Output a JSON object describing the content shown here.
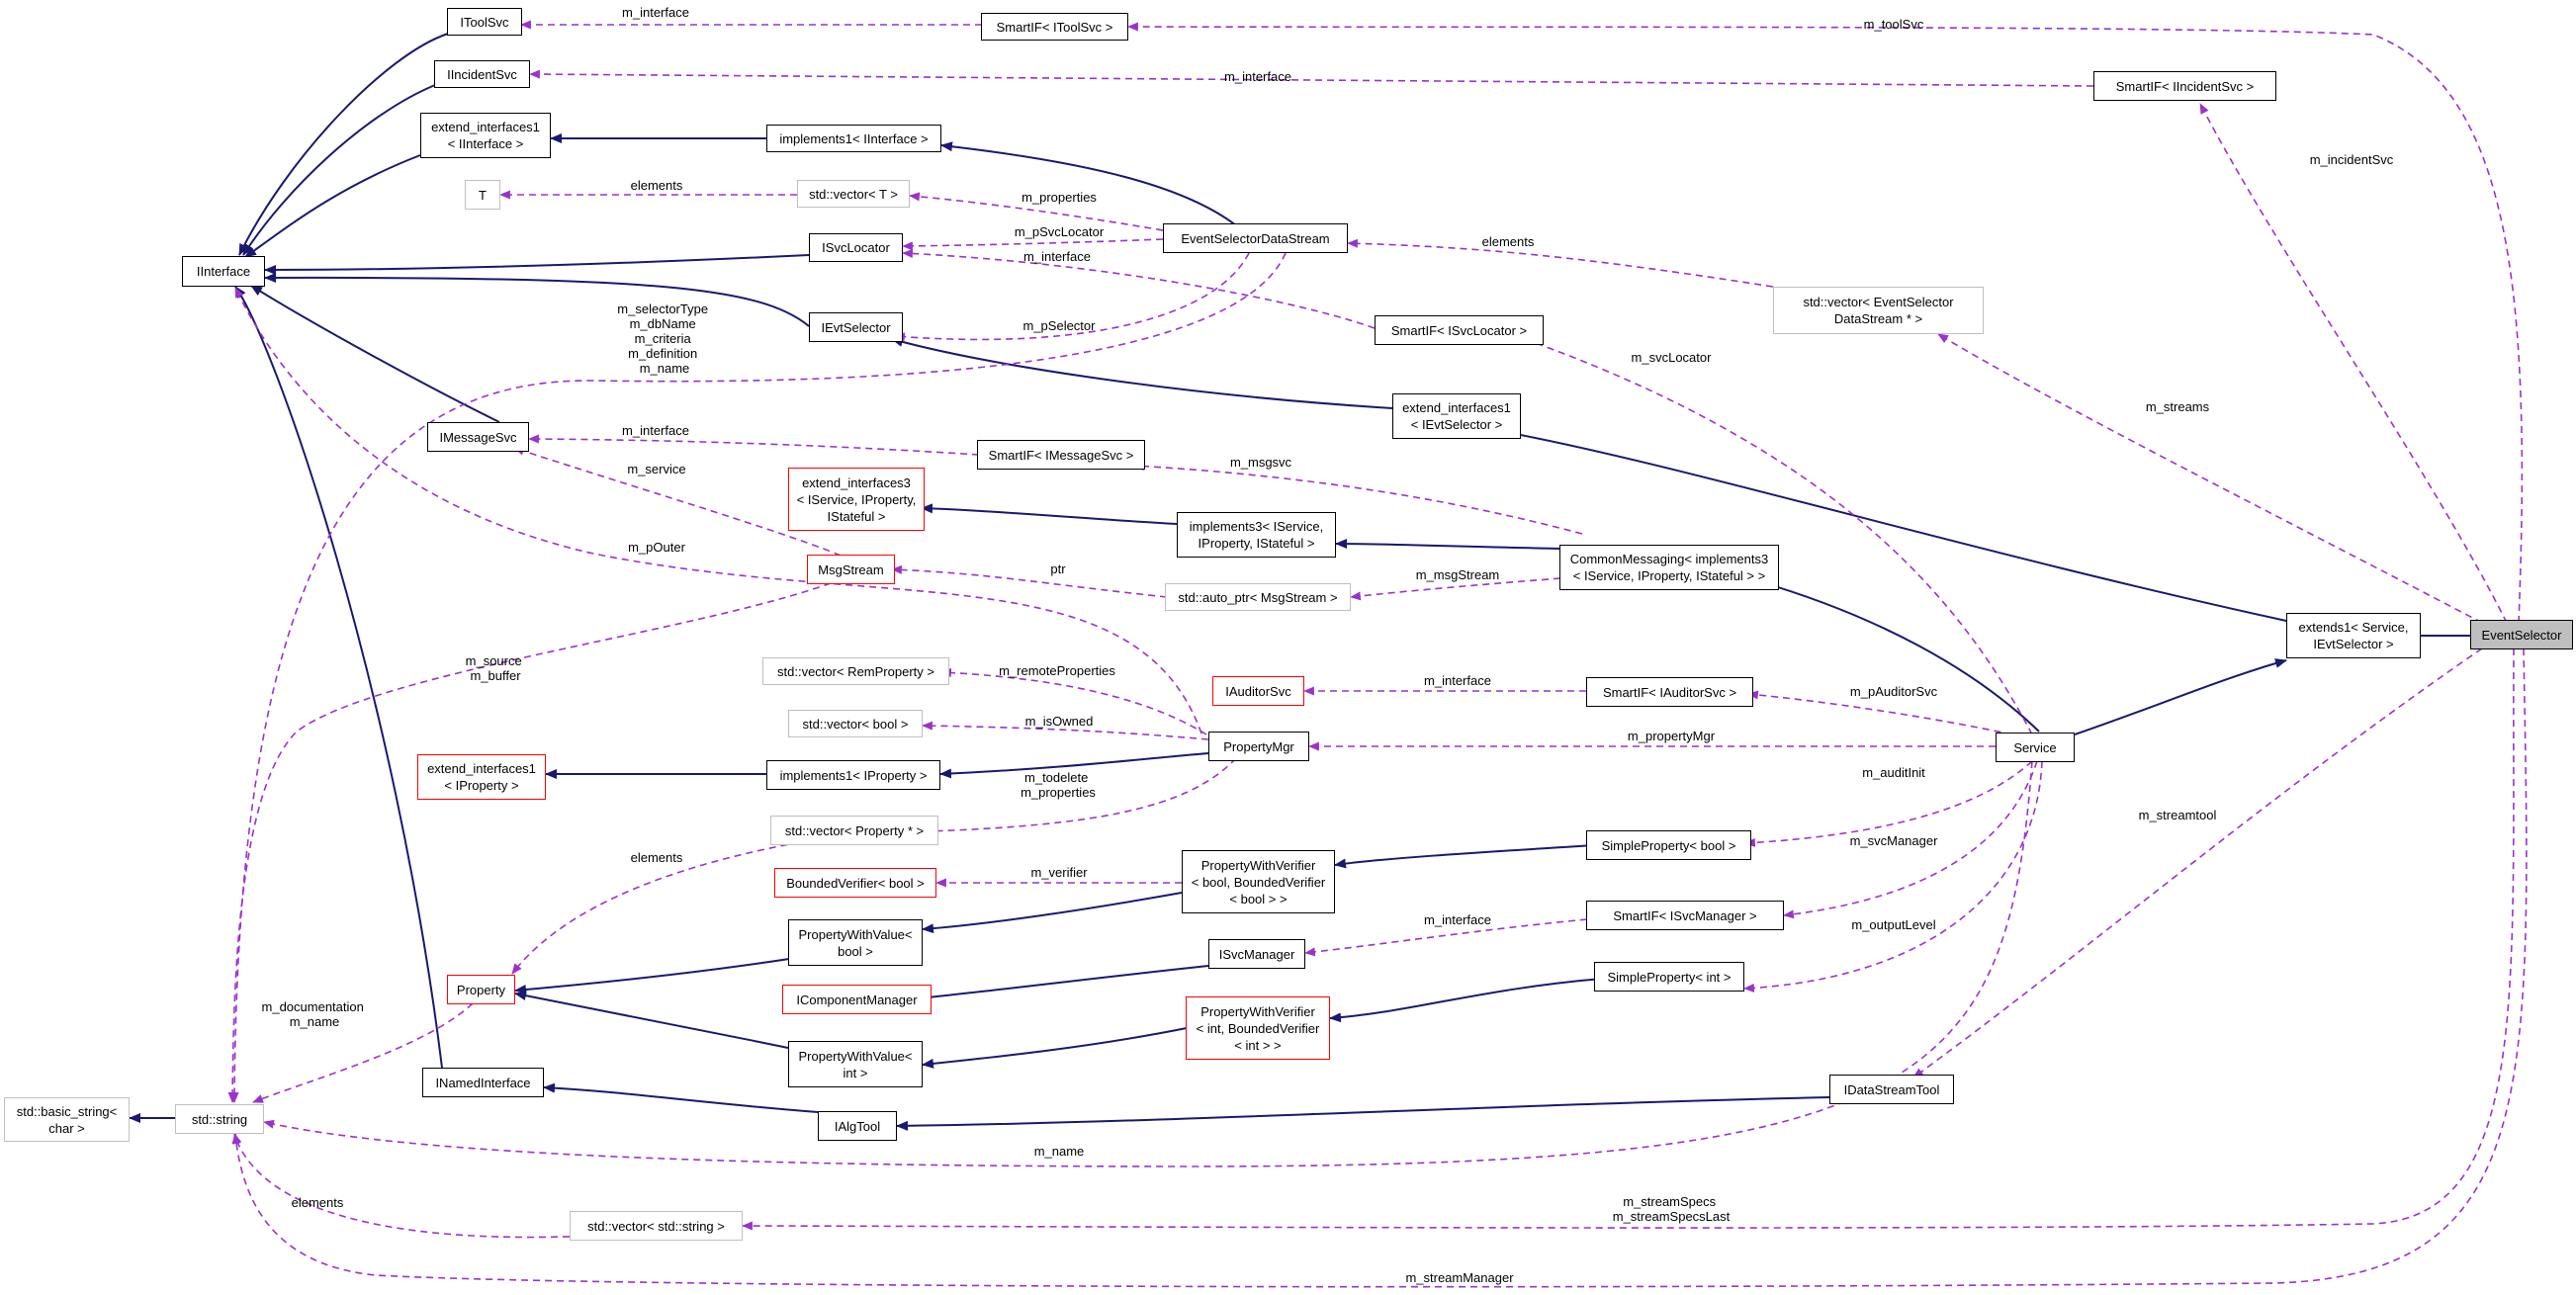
{
  "nodes": {
    "itoolsvc": "IToolSvc",
    "smartif_itoolsvc": "SmartIF< IToolSvc >",
    "iincidentsvc": "IIncidentSvc",
    "smartif_iincidentsvc": "SmartIF< IIncidentSvc >",
    "extend_if1_iinterface": "extend_interfaces1\n< IInterface >",
    "implements1_iinterface": "implements1< IInterface >",
    "t": "T",
    "vector_t": "std::vector< T >",
    "iinterface": "IInterface",
    "isvclocator": "ISvcLocator",
    "eventselectordatastream": "EventSelectorDataStream",
    "vector_eventselectordatastream": "std::vector< EventSelector\nDataStream * >",
    "ievtselector": "IEvtSelector",
    "smartif_isvclocator": "SmartIF< ISvcLocator >",
    "extend_if1_ievtselector": "extend_interfaces1\n< IEvtSelector >",
    "imessagesvc": "IMessageSvc",
    "smartif_imessagesvc": "SmartIF< IMessageSvc >",
    "extend_if3": "extend_interfaces3\n< IService, IProperty,\nIStateful >",
    "implements3": "implements3< IService,\nIProperty, IStateful >",
    "msgstream": "MsgStream",
    "commonmessaging": "CommonMessaging< implements3\n< IService, IProperty, IStateful > >",
    "auto_ptr_msgstream": "std::auto_ptr< MsgStream >",
    "extends1": "extends1< Service,\nIEvtSelector >",
    "eventselector": "EventSelector",
    "vector_remproperty": "std::vector< RemProperty >",
    "iauditorsvc": "IAuditorSvc",
    "smartif_iauditorsvc": "SmartIF< IAuditorSvc >",
    "vector_bool": "std::vector< bool >",
    "propertymgr": "PropertyMgr",
    "service": "Service",
    "extend_if1_iproperty": "extend_interfaces1\n< IProperty >",
    "implements1_iproperty": "implements1< IProperty >",
    "vector_property": "std::vector< Property * >",
    "simpleproperty_bool": "SimpleProperty< bool >",
    "boundedverifier_bool": "BoundedVerifier< bool >",
    "propertywithverifier_bool": "PropertyWithVerifier\n< bool, BoundedVerifier\n< bool > >",
    "smartif_isvcmanager": "SmartIF< ISvcManager >",
    "propertywithvalue_bool": "PropertyWithValue<\nbool >",
    "isvcmanager": "ISvcManager",
    "property": "Property",
    "icomponentmanager": "IComponentManager",
    "simpleproperty_int": "SimpleProperty< int >",
    "propertywithverifier_int": "PropertyWithVerifier\n< int, BoundedVerifier\n< int > >",
    "propertywithvalue_int": "PropertyWithValue<\nint >",
    "inamedinterface": "INamedInterface",
    "idatastreamtool": "IDataStreamTool",
    "basic_string": "std::basic_string<\nchar >",
    "std_string": "std::string",
    "ialgtool": "IAlgTool",
    "vector_string": "std::vector< std::string >"
  },
  "edge_labels": {
    "m_interface_toolsvc": "m_interface",
    "m_toolsvc": "m_toolSvc",
    "m_interface_incidentsvc": "m_interface",
    "m_incidentsvc": "m_incidentSvc",
    "elements_t": "elements",
    "m_properties_ds": "m_properties",
    "m_psvclocator": "m_pSvcLocator",
    "m_interface_svclocator": "m_interface",
    "elements_ds": "elements",
    "m_pselector": "m_pSelector",
    "ds_strings": "m_selectorType\nm_dbName\nm_criteria\nm_definition\nm_name",
    "m_svclocator": "m_svcLocator",
    "m_streams": "m_streams",
    "m_interface_msgsvc": "m_interface",
    "m_msgsvc": "m_msgsvc",
    "m_service": "m_service",
    "m_pouter": "m_pOuter",
    "ptr": "ptr",
    "m_msgstream": "m_msgStream",
    "msgstream_strings": "m_source\nm_buffer",
    "m_remoteproperties": "m_remoteProperties",
    "m_interface_auditorsvc": "m_interface",
    "m_pauditorsvc": "m_pAuditorSvc",
    "m_isowned": "m_isOwned",
    "m_propertymgr": "m_propertyMgr",
    "m_todelete": "m_todelete\nm_properties",
    "m_auditinit": "m_auditInit",
    "m_streamtool": "m_streamtool",
    "elements_property": "elements",
    "m_verifier": "m_verifier",
    "m_svcmanager": "m_svcManager",
    "m_interface_svcmanager": "m_interface",
    "m_outputlevel": "m_outputLevel",
    "property_strings": "m_documentation\nm_name",
    "m_name_service": "m_name",
    "elements_string": "elements",
    "m_streamspecs": "m_streamSpecs\nm_streamSpecsLast",
    "m_streammanager": "m_streamManager"
  },
  "colors": {
    "inheritance_edge": "#191970",
    "usage_edge": "#9a32cd",
    "default_border": "#000000",
    "gray_border": "#bfbfbf",
    "red_border": "#ff0000",
    "selected_fill": "#bfbfbf"
  }
}
